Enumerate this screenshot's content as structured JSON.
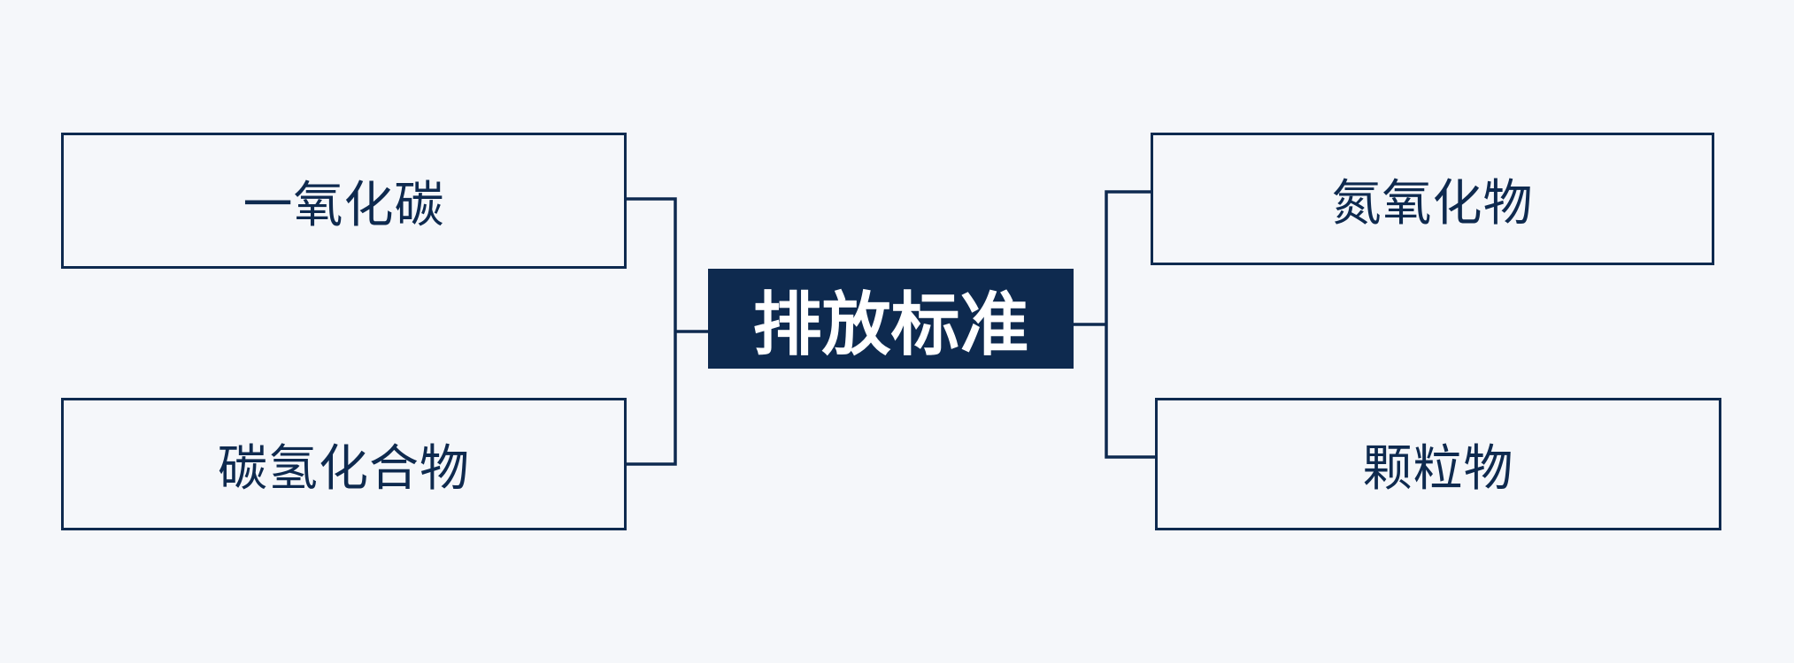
{
  "colors": {
    "background": "#f5f7fa",
    "primary": "#0e2a4f",
    "center_text": "#ffffff"
  },
  "center": {
    "label": "排放标准"
  },
  "left_items": [
    {
      "label": "一氧化碳"
    },
    {
      "label": "碳氢化合物"
    }
  ],
  "right_items": [
    {
      "label": "氮氧化物"
    },
    {
      "label": "颗粒物"
    }
  ]
}
